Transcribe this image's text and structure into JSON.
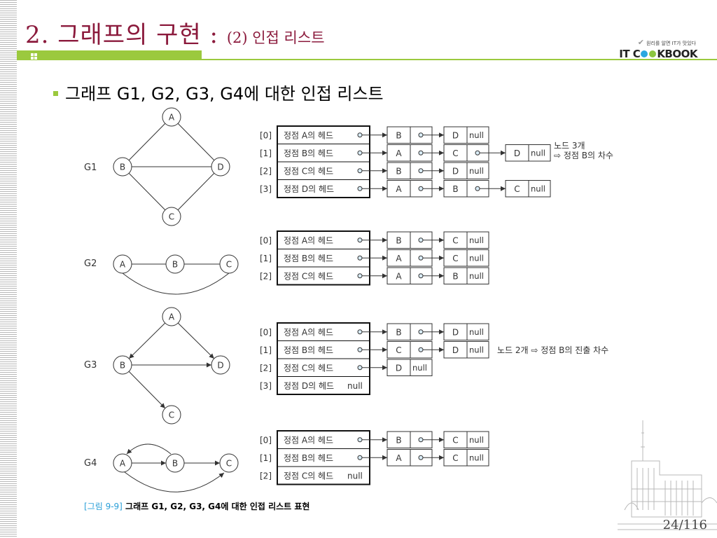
{
  "header": {
    "title": "2. 그래프의 구현 :",
    "subtitle": "(2) 인접 리스트"
  },
  "logo": {
    "tagline": "원리를 알면 IT가 맛있다",
    "text_it": "IT C",
    "text_book": "KBOOK",
    "accent_colors": [
      "#2aa7e0",
      "#8cc63f"
    ]
  },
  "bullet": {
    "text": "그래프 G1, G2, G3, G4에 대한 인접 리스트"
  },
  "figure": {
    "graphs": [
      {
        "label": "G1",
        "vertices": [
          "A",
          "B",
          "C",
          "D"
        ]
      },
      {
        "label": "G2",
        "vertices": [
          "A",
          "B",
          "C"
        ]
      },
      {
        "label": "G3",
        "vertices": [
          "A",
          "B",
          "C",
          "D"
        ]
      },
      {
        "label": "G4",
        "vertices": [
          "A",
          "B",
          "C"
        ]
      }
    ],
    "lists": [
      {
        "rows": [
          {
            "index": "[0]",
            "head": "정점 A의 헤드",
            "head_null": false,
            "nodes": [
              "B",
              "D"
            ]
          },
          {
            "index": "[1]",
            "head": "정점 B의 헤드",
            "head_null": false,
            "nodes": [
              "A",
              "C",
              "D"
            ]
          },
          {
            "index": "[2]",
            "head": "정점 C의 헤드",
            "head_null": false,
            "nodes": [
              "B",
              "D"
            ]
          },
          {
            "index": "[3]",
            "head": "정점 D의 헤드",
            "head_null": false,
            "nodes": [
              "A",
              "B",
              "C"
            ]
          }
        ],
        "note_lines": [
          "노드 3개",
          "⇨ 정점 B의 차수"
        ]
      },
      {
        "rows": [
          {
            "index": "[0]",
            "head": "정점 A의 헤드",
            "head_null": false,
            "nodes": [
              "B",
              "C"
            ]
          },
          {
            "index": "[1]",
            "head": "정점 B의 헤드",
            "head_null": false,
            "nodes": [
              "A",
              "C"
            ]
          },
          {
            "index": "[2]",
            "head": "정점 C의 헤드",
            "head_null": false,
            "nodes": [
              "A",
              "B"
            ]
          }
        ],
        "note_lines": []
      },
      {
        "rows": [
          {
            "index": "[0]",
            "head": "정점 A의 헤드",
            "head_null": false,
            "nodes": [
              "B",
              "D"
            ]
          },
          {
            "index": "[1]",
            "head": "정점 B의 헤드",
            "head_null": false,
            "nodes": [
              "C",
              "D"
            ]
          },
          {
            "index": "[2]",
            "head": "정점 C의 헤드",
            "head_null": false,
            "nodes": [
              "D"
            ]
          },
          {
            "index": "[3]",
            "head": "정점 D의 헤드",
            "head_null": true,
            "nodes": []
          }
        ],
        "note_lines": [
          "노드 2개 ⇨ 정점 B의 진출 차수"
        ]
      },
      {
        "rows": [
          {
            "index": "[0]",
            "head": "정점 A의 헤드",
            "head_null": false,
            "nodes": [
              "B",
              "C"
            ]
          },
          {
            "index": "[1]",
            "head": "정점 B의 헤드",
            "head_null": false,
            "nodes": [
              "A",
              "C"
            ]
          },
          {
            "index": "[2]",
            "head": "정점 C의 헤드",
            "head_null": true,
            "nodes": []
          }
        ],
        "note_lines": []
      }
    ],
    "null_text": "null",
    "caption_label": "[그림 9-9]",
    "caption_text": "그래프 G1, G2, G3, G4에 대한 인접 리스트 표현"
  },
  "footer": {
    "page": "24/116"
  },
  "colors": {
    "title": "#8b1a3c",
    "accent_green": "#9bc93e",
    "caption_blue": "#2a9fd8",
    "line": "#333333"
  }
}
